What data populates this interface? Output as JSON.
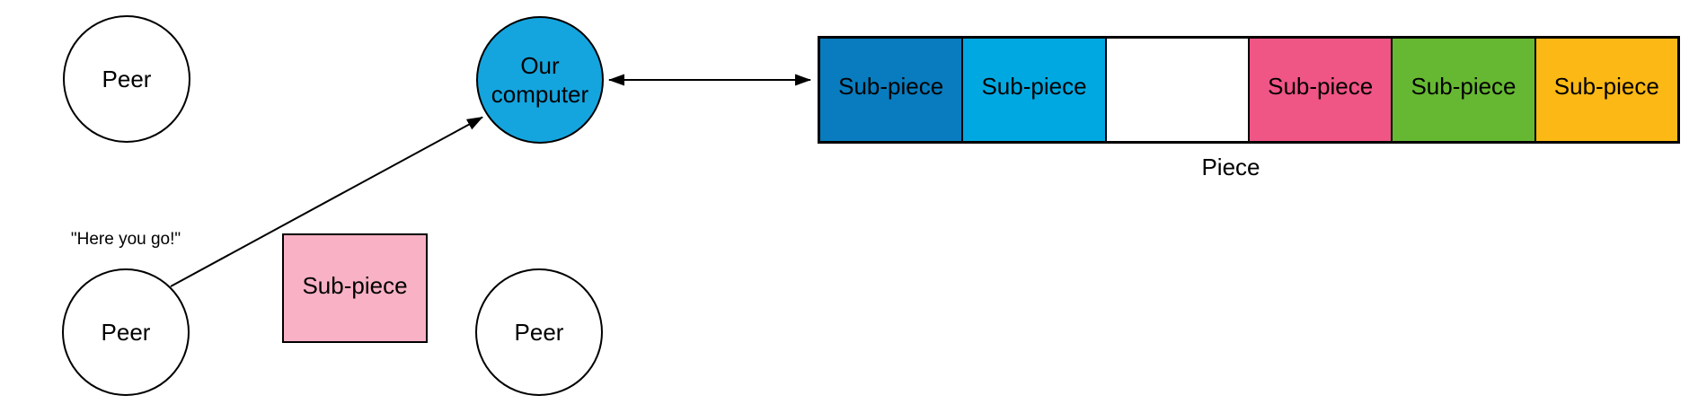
{
  "canvas": {
    "background": "#FFFFFF"
  },
  "nodes": {
    "peer_top_left": {
      "label": "Peer"
    },
    "peer_bottom_left": {
      "label": "Peer"
    },
    "peer_bottom_mid": {
      "label": "Peer"
    },
    "our_computer": {
      "label_line1": "Our",
      "label_line2": "computer",
      "fill": "#14A5DF"
    }
  },
  "quote": {
    "text": "\"Here you go!\""
  },
  "transfer_sub_piece": {
    "label": "Sub-piece",
    "fill": "#F8B1C5"
  },
  "piece_bar": {
    "label": "Piece",
    "segments": [
      {
        "label": "Sub-piece",
        "fill": "#087CBE"
      },
      {
        "label": "Sub-piece",
        "fill": "#00A8E1"
      },
      {
        "label": "",
        "fill": "#FFFFFF"
      },
      {
        "label": "Sub-piece",
        "fill": "#EF5585"
      },
      {
        "label": "Sub-piece",
        "fill": "#66B832"
      },
      {
        "label": "Sub-piece",
        "fill": "#FCB814"
      }
    ]
  },
  "arrow_color": "#000000"
}
